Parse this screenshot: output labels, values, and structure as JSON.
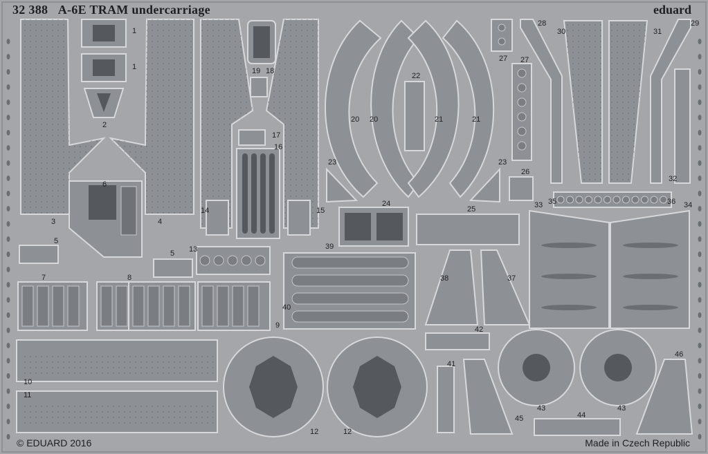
{
  "sheet": {
    "code": "32 388",
    "title": "A-6E TRAM undercarriage",
    "brand": "eduard",
    "copyright": "© EDUARD 2016",
    "origin": "Made in Czech Republic"
  },
  "colors": {
    "fret": "#a4a6aa",
    "part": "#8d9095",
    "edge": "#d6d8db",
    "dark": "#55585d",
    "text": "#1e1f22"
  },
  "part_numbers": [
    "1",
    "1",
    "2",
    "3",
    "4",
    "5",
    "5",
    "6",
    "7",
    "8",
    "9",
    "10",
    "11",
    "12",
    "12",
    "13",
    "14",
    "15",
    "16",
    "17",
    "18",
    "19",
    "20",
    "20",
    "21",
    "21",
    "22",
    "23",
    "23",
    "24",
    "25",
    "26",
    "27",
    "27",
    "28",
    "29",
    "30",
    "31",
    "32",
    "33",
    "34",
    "35",
    "36",
    "37",
    "38",
    "39",
    "40",
    "41",
    "42",
    "43",
    "43",
    "44",
    "45",
    "46"
  ]
}
